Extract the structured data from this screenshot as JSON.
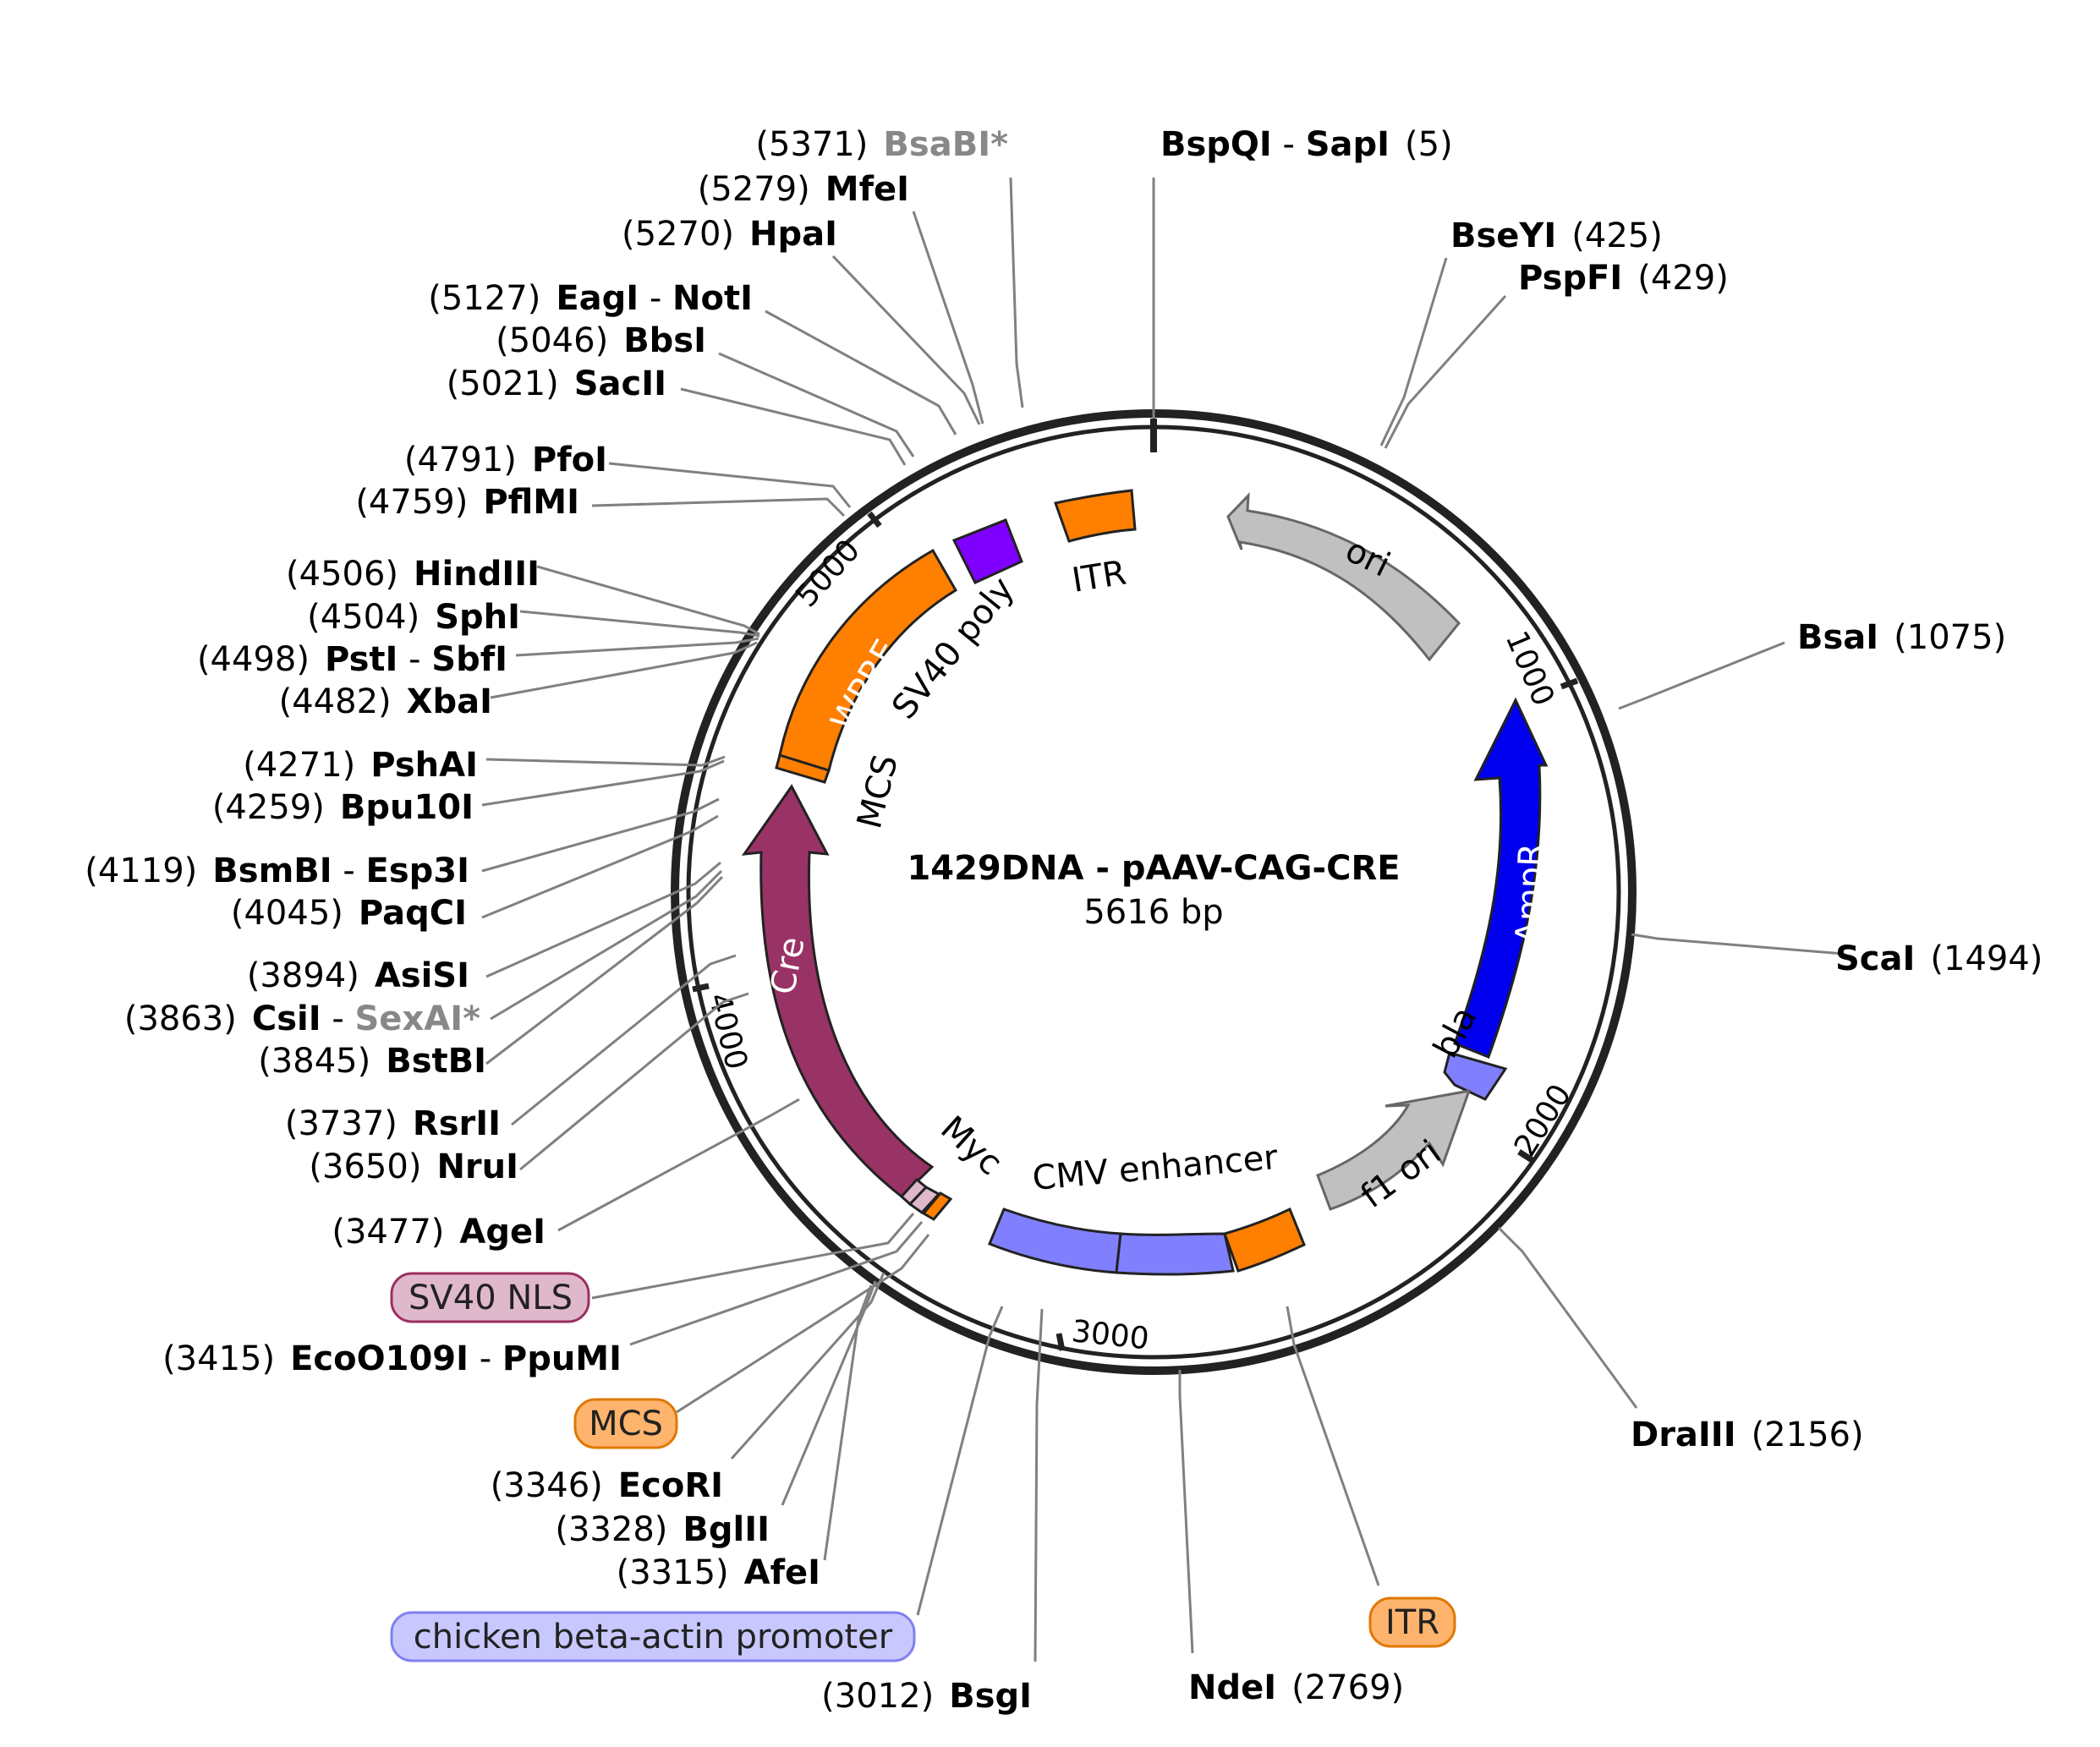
{
  "plasmid": {
    "name": "1429DNA - pAAV-CAG-CRE",
    "size_label": "5616 bp"
  },
  "ticks": [
    {
      "label": "1000"
    },
    {
      "label": "2000"
    },
    {
      "label": "3000"
    },
    {
      "label": "4000"
    },
    {
      "label": "5000"
    }
  ],
  "sites": [
    {
      "pos": "(5)",
      "name": "BspQI",
      "sep": " - ",
      "name2": "SapI",
      "side": "right"
    },
    {
      "pos": "(425)",
      "name": "BseYI",
      "side": "right"
    },
    {
      "pos": "(429)",
      "name": "PspFI",
      "side": "right"
    },
    {
      "pos": "(1075)",
      "name": "BsaI",
      "side": "right"
    },
    {
      "pos": "(1494)",
      "name": "ScaI",
      "side": "right"
    },
    {
      "pos": "(2156)",
      "name": "DraIII",
      "side": "right"
    },
    {
      "pos": "(2769)",
      "name": "NdeI",
      "side": "right"
    },
    {
      "pos": "(3012)",
      "name": "BsgI",
      "side": "right"
    },
    {
      "pos": "(5371)",
      "name": "BsaBI*",
      "dim": true,
      "side": "left"
    },
    {
      "pos": "(5279)",
      "name": "MfeI",
      "side": "left"
    },
    {
      "pos": "(5270)",
      "name": "HpaI",
      "side": "left"
    },
    {
      "pos": "(5127)",
      "name": "EagI",
      "sep": " - ",
      "name2": "NotI",
      "side": "left"
    },
    {
      "pos": "(5046)",
      "name": "BbsI",
      "side": "left"
    },
    {
      "pos": "(5021)",
      "name": "SacII",
      "side": "left"
    },
    {
      "pos": "(4791)",
      "name": "PfoI",
      "side": "left"
    },
    {
      "pos": "(4759)",
      "name": "PflMI",
      "side": "left"
    },
    {
      "pos": "(4506)",
      "name": "HindIII",
      "side": "left"
    },
    {
      "pos": "(4504)",
      "name": "SphI",
      "side": "left"
    },
    {
      "pos": "(4498)",
      "name": "PstI",
      "sep": " - ",
      "name2": "SbfI",
      "side": "left"
    },
    {
      "pos": "(4482)",
      "name": "XbaI",
      "side": "left"
    },
    {
      "pos": "(4271)",
      "name": "PshAI",
      "side": "left"
    },
    {
      "pos": "(4259)",
      "name": "Bpu10I",
      "side": "left"
    },
    {
      "pos": "(4119)",
      "name": "BsmBI",
      "sep": " - ",
      "name2": "Esp3I",
      "side": "left"
    },
    {
      "pos": "(4045)",
      "name": "PaqCI",
      "side": "left"
    },
    {
      "pos": "(3894)",
      "name": "AsiSI",
      "side": "left"
    },
    {
      "pos": "(3863)",
      "name": "CsiI",
      "sep": " - ",
      "name2": "SexAI*",
      "dim2": true,
      "side": "left"
    },
    {
      "pos": "(3845)",
      "name": "BstBI",
      "side": "left"
    },
    {
      "pos": "(3737)",
      "name": "RsrII",
      "side": "left"
    },
    {
      "pos": "(3650)",
      "name": "NruI",
      "side": "left"
    },
    {
      "pos": "(3477)",
      "name": "AgeI",
      "side": "left"
    },
    {
      "pos": "(3415)",
      "name": "EcoO109I",
      "sep": " - ",
      "name2": "PpuMI",
      "side": "left"
    },
    {
      "pos": "(3346)",
      "name": "EcoRI",
      "side": "left"
    },
    {
      "pos": "(3328)",
      "name": "BglII",
      "side": "left"
    },
    {
      "pos": "(3315)",
      "name": "AfeI",
      "side": "left"
    }
  ],
  "features": {
    "ori": "ori",
    "AmpR": "AmpR",
    "bla": "bla",
    "f1_ori": "f1 ori",
    "CMV_enhancer": "CMV enhancer",
    "Myc": "Myc",
    "Cre": "Cre",
    "MCS": "MCS",
    "WPRE": "WPRE",
    "SV40_poly": "SV40 poly",
    "ITR": "ITR"
  },
  "boxed_labels": [
    {
      "text": "SV40 NLS",
      "fill": "#E0B8CC",
      "stroke": "#9B3060"
    },
    {
      "text": "MCS",
      "fill": "#FFB46E",
      "stroke": "#E07800"
    },
    {
      "text": "chicken beta-actin promoter",
      "fill": "#C8C8FF",
      "stroke": "#8080F0"
    },
    {
      "text": "ITR",
      "fill": "#FFB46E",
      "stroke": "#E07800"
    }
  ],
  "colors": {
    "backbone": "#222222",
    "AmpR": "#0000EE",
    "bla": "#8080FF",
    "ori": "#C0C0C0",
    "Cre": "#993366",
    "promoter": "#8080FF",
    "ITR": "#FF7F00",
    "WPRE": "#FF7F00",
    "SV40_polyA": "#8000FF",
    "leader": "#808080"
  }
}
